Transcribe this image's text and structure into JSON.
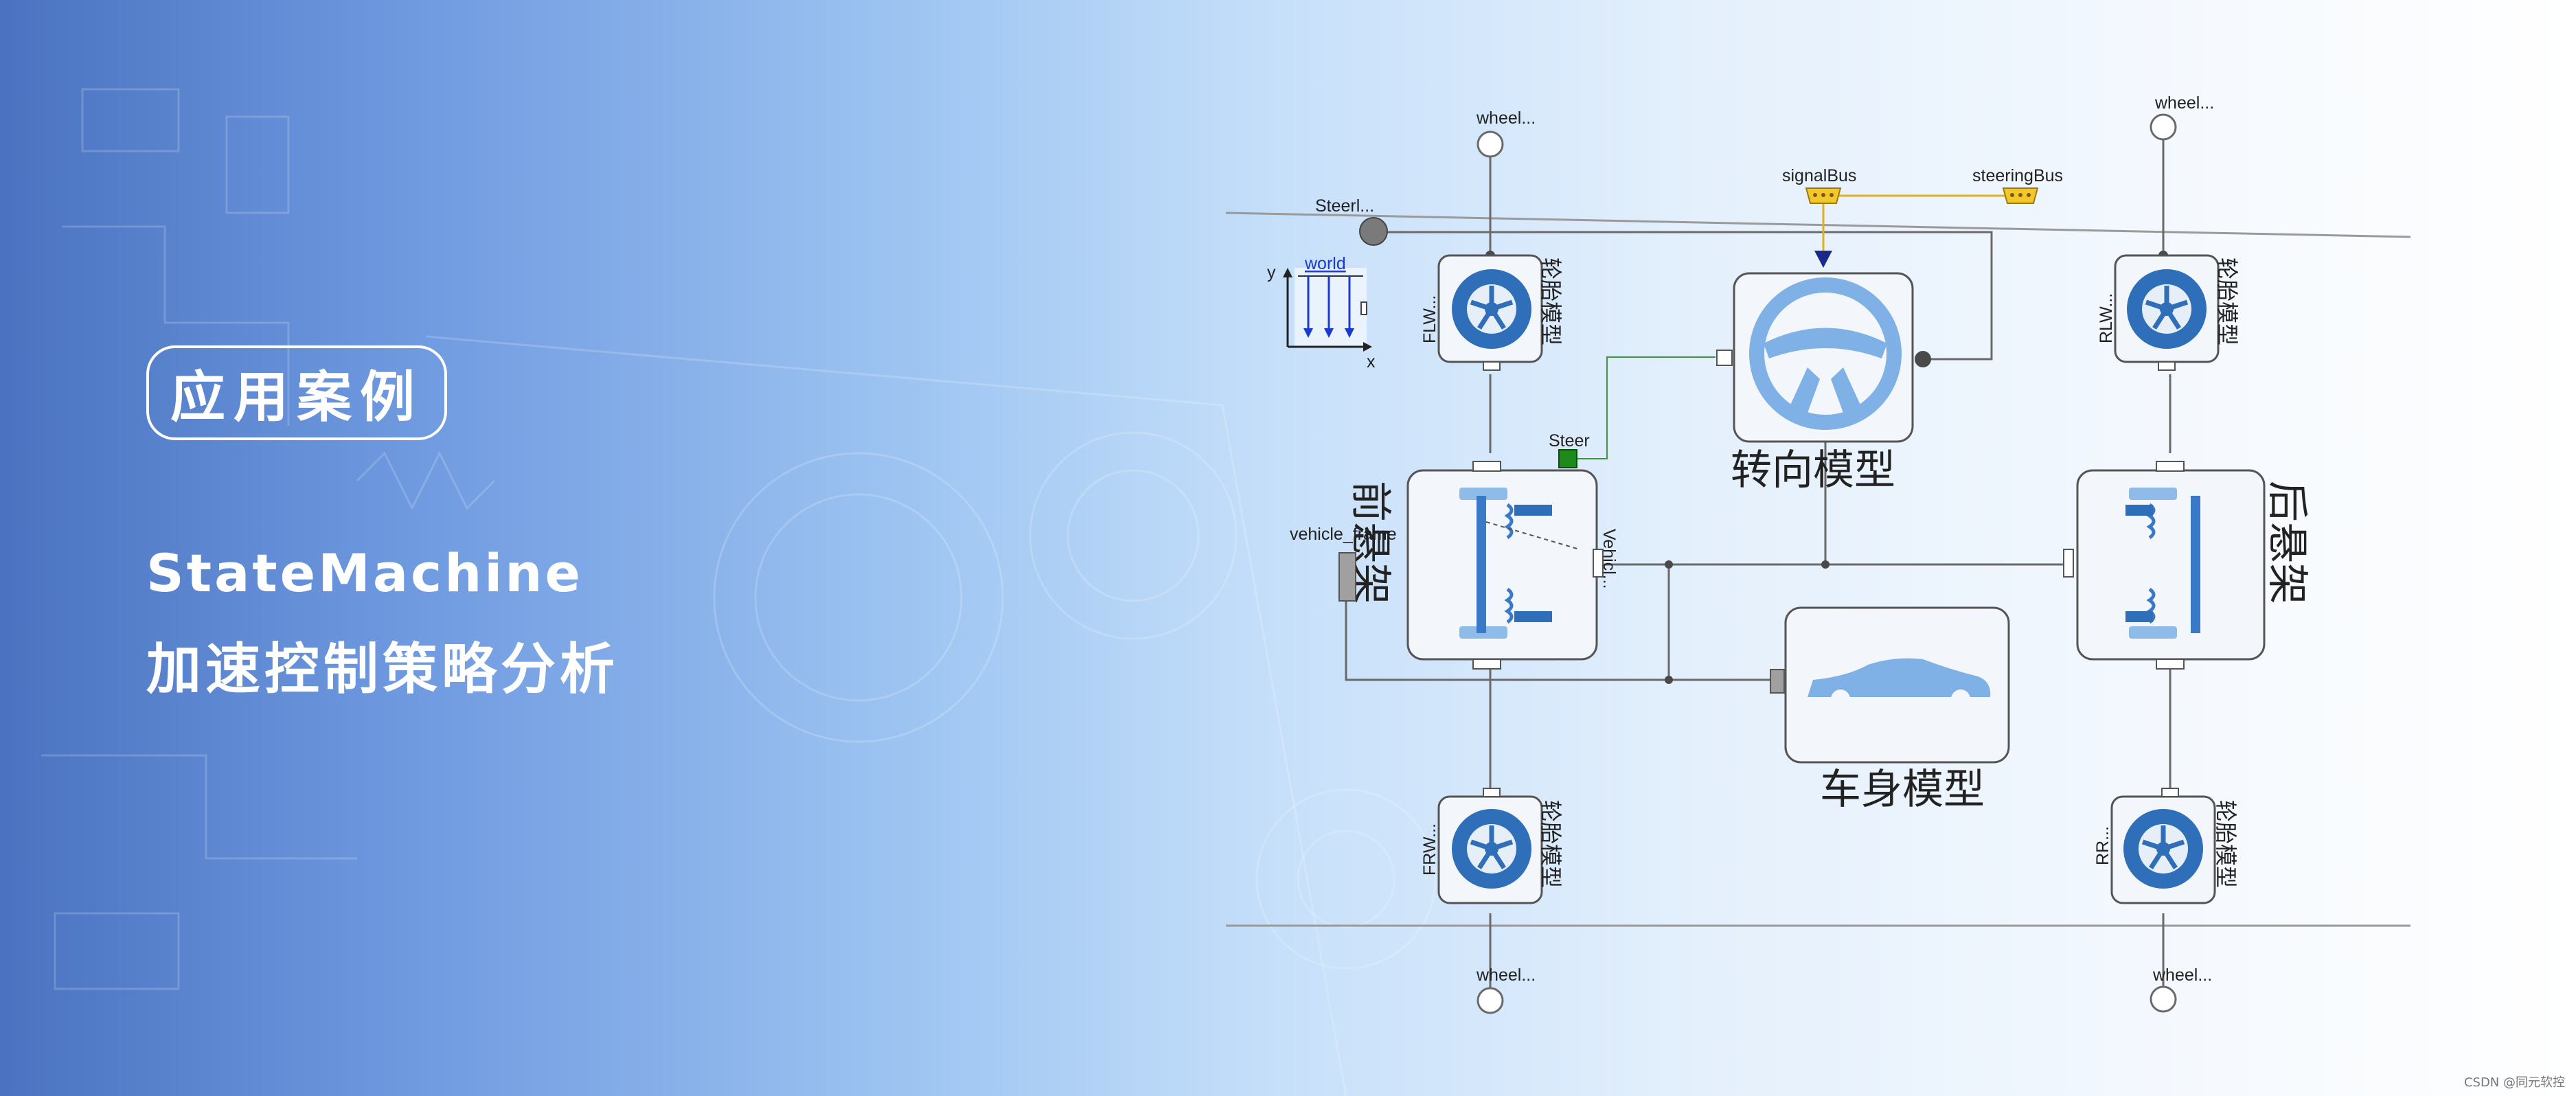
{
  "badge": "应用案例",
  "title_line1": "StateMachine",
  "title_line2": "加速控制策略分析",
  "watermark": "CSDN @同元软控",
  "diagram": {
    "top_wheel_left": "wheel...",
    "top_wheel_right": "wheel...",
    "bottom_wheel_left": "wheel...",
    "bottom_wheel_right": "wheel...",
    "steering_input": "Steerl...",
    "signal_bus": "signalBus",
    "steering_bus": "steeringBus",
    "world": "world",
    "axis_y": "y",
    "axis_x": "x",
    "steer_port": "Steer",
    "vehicle_frame": "vehicle_frame",
    "vehicle_port": "Vehicl...",
    "tire_model": "轮胎模型",
    "tire_flw": "FLW...",
    "tire_frw": "FRW...",
    "tire_rlw": "RLW...",
    "tire_rr": "RR...",
    "steering_model": "转向模型",
    "front_suspension": "前悬架",
    "rear_suspension": "后悬架",
    "body_model": "车身模型"
  },
  "colors": {
    "box_stroke": "#4a4a4a",
    "icon_blue": "#3a78c8",
    "bus_yellow": "#f0c020",
    "steer_green": "#1e8a1e"
  }
}
